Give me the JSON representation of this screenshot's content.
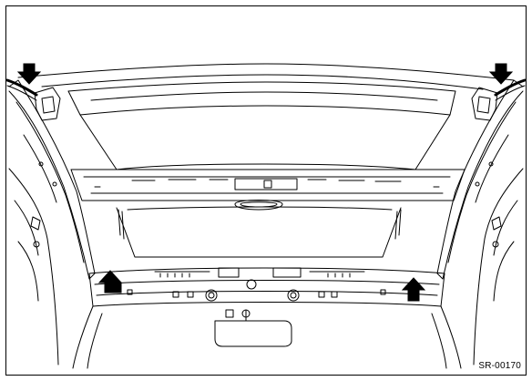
{
  "figure": {
    "code_label": "SR-00170",
    "arrow_icon": "solid-black-arrow",
    "arrows": [
      "top-left-down",
      "top-right-down",
      "bottom-left-up",
      "bottom-right-up"
    ]
  }
}
